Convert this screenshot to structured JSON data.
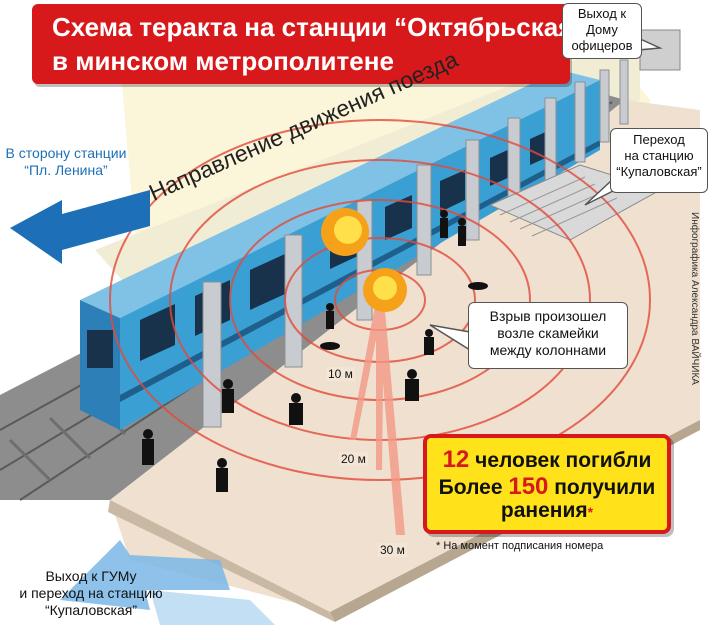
{
  "title": {
    "line1": "Схема теракта на станции “Октябрьская”",
    "line2": "в минском метрополитене"
  },
  "labels": {
    "exit_officers": "Выход к Дому\nофицеров",
    "transfer_kupalovskaya": "Переход\nна станцию\n“Купаловская”",
    "toward_lenina": "В сторону станции\n“Пл. Ленина”",
    "train_direction": "Направление движения поезда",
    "explosion_note": "Взрыв произошел\nвозле скамейки\nмежду колоннами",
    "exit_gum": "Выход к ГУМу\nи переход на станцию\n“Купаловская”"
  },
  "distances": {
    "d10": "10 м",
    "d20": "20 м",
    "d30": "30 м"
  },
  "casualties": {
    "killed_num": "12",
    "killed_text": "человек погибли",
    "injured_prefix": "Более",
    "injured_num": "150",
    "injured_text": "получили",
    "injured_text2": "ранения",
    "star": "*"
  },
  "footnote": "* На момент подписания номера",
  "credit": "Инфографика Александра ВАЙЧИКА",
  "colors": {
    "brand_red": "#d8191c",
    "highlight_yellow": "#ffe21a",
    "label_blue": "#1d6fb8",
    "train_blue": "#3a9fd3",
    "platform": "#efe0cf",
    "ring_red": "#e34a3a"
  }
}
